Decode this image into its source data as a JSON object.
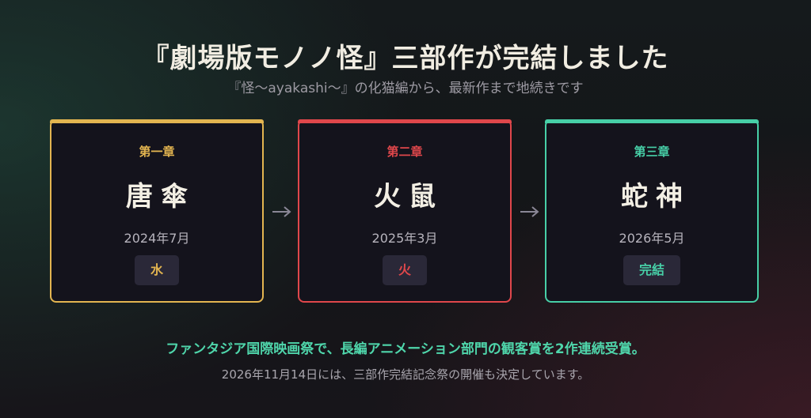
{
  "header": {
    "title": "『劇場版モノノ怪』三部作が完結しました",
    "subtitle": "『怪〜ayakashi〜』の化猫編から、最新作まで地続きです"
  },
  "cards": [
    {
      "chapter": "第一章",
      "name": "唐傘",
      "date": "2024年7月",
      "badge": "水",
      "color": "#e3b550"
    },
    {
      "chapter": "第二章",
      "name": "火鼠",
      "date": "2025年3月",
      "badge": "火",
      "color": "#e0474b"
    },
    {
      "chapter": "第三章",
      "name": "蛇神",
      "date": "2026年5月",
      "badge": "完結",
      "color": "#47cfa7"
    }
  ],
  "footer": {
    "award": "ファンタジア国際映画祭で、長編アニメーション部門の観客賞を2作連続受賞。",
    "note": "2026年11月14日には、三部作完結記念祭の開催も決定しています。"
  }
}
